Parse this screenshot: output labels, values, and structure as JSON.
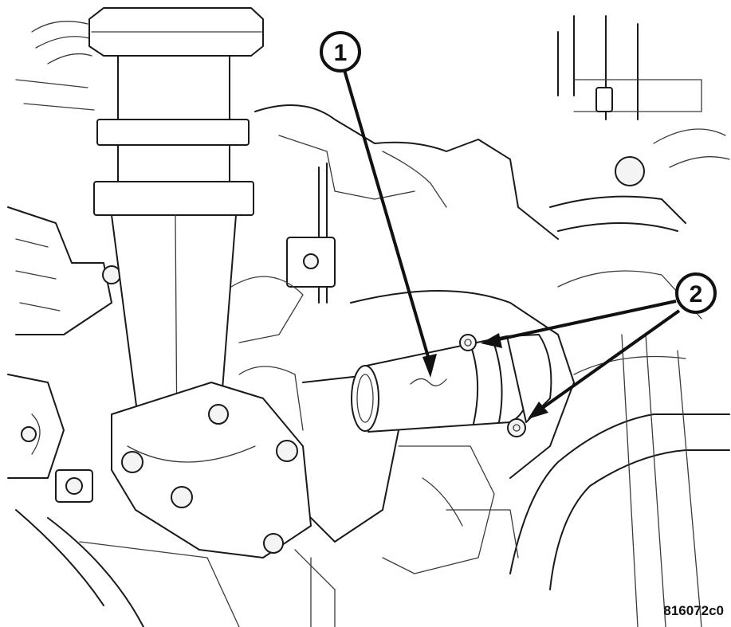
{
  "callouts": [
    {
      "number": "1",
      "target": "coolant-outlet-housing"
    },
    {
      "number": "2",
      "target": "mounting-bolts"
    }
  ],
  "figure_id": "816072c0"
}
